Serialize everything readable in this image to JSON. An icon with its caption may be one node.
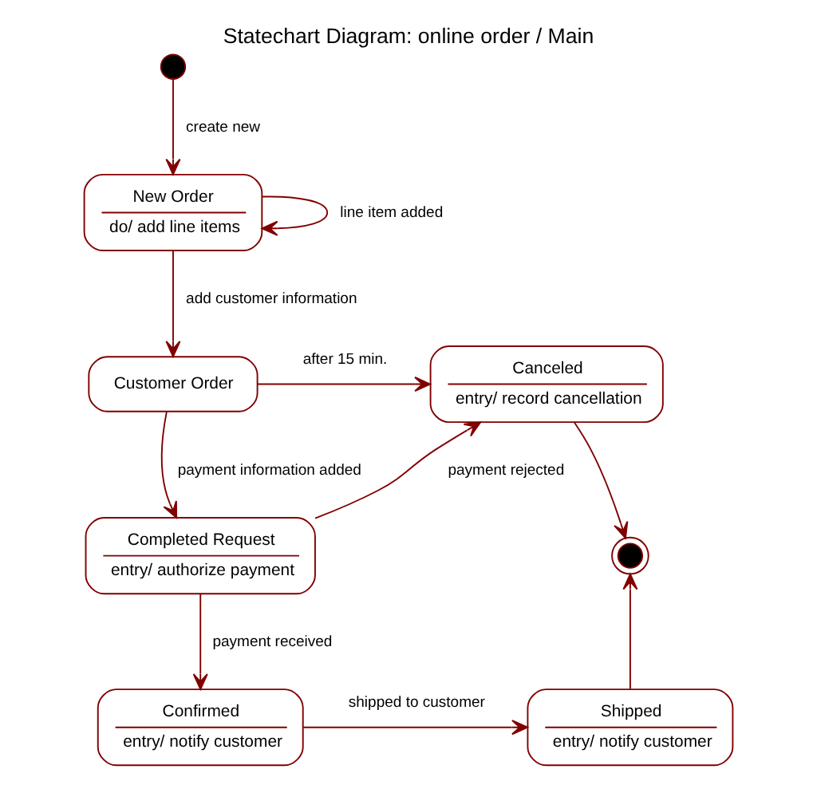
{
  "diagram": {
    "title": "Statechart Diagram: online order / Main",
    "nodes": [
      {
        "text": [],
        "shape": "circle"
      },
      {
        "text": [
          "New Order",
          "do/ add line items"
        ]
      },
      {
        "text": [
          "Customer Order"
        ]
      },
      {
        "text": [
          "Canceled",
          "entry/ record cancellation"
        ]
      },
      {
        "text": [
          "Completed Request",
          "entry/ authorize payment"
        ]
      },
      {
        "text": [],
        "shape": "circle"
      },
      {
        "text": [
          "Confirmed",
          "entry/ notify customer"
        ]
      },
      {
        "text": [
          "Shipped",
          "entry/ notify customer"
        ]
      }
    ],
    "edges": [
      {
        "from": 0,
        "to": 1,
        "arrow": "to",
        "label": "create new"
      },
      {
        "from": 1,
        "to": 1,
        "arrow": "to",
        "label": "line item added"
      },
      {
        "from": 1,
        "to": 2,
        "arrow": "to",
        "label": "add customer information"
      },
      {
        "from": 2,
        "to": 3,
        "arrow": "to",
        "label": "after 15 min."
      },
      {
        "from": 2,
        "to": 4,
        "arrow": "to",
        "label": "payment information added"
      },
      {
        "from": 4,
        "to": 3,
        "arrow": "to",
        "label": "payment rejected"
      },
      {
        "from": 3,
        "to": 5,
        "arrow": "to"
      },
      {
        "from": 4,
        "to": 6,
        "arrow": "to",
        "label": "payment received"
      },
      {
        "from": 6,
        "to": 7,
        "arrow": "to",
        "label": "shipped to customer"
      },
      {
        "from": 7,
        "to": 5,
        "arrow": "to"
      }
    ]
  }
}
